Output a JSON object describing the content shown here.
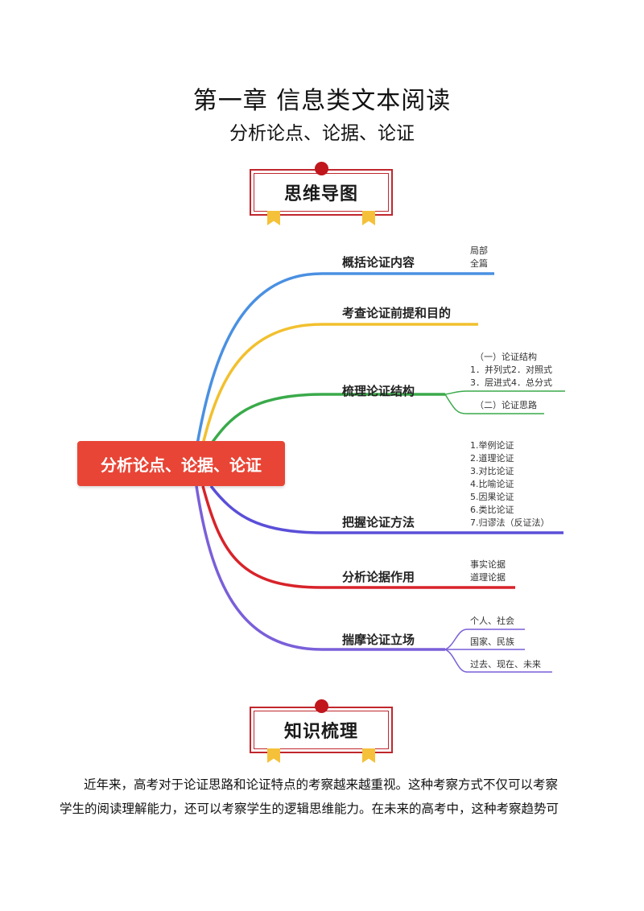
{
  "header": {
    "title": "第一章  信息类文本阅读",
    "subtitle": "分析论点、论据、论证"
  },
  "banners": {
    "mindmap": "思维导图",
    "knowledge": "知识梳理"
  },
  "colors": {
    "banner_red": "#c0272d",
    "ribbon_yellow": "#f5c13a",
    "center_red": "#e84536"
  },
  "mindmap": {
    "center": "分析论点、论据、论证",
    "branches": [
      {
        "label": "概括论证内容",
        "color": "#4a90e2",
        "leaves": [
          "局部",
          "全篇"
        ]
      },
      {
        "label": "考查论证前提和目的",
        "color": "#f2c02e",
        "leaves": []
      },
      {
        "label": "梳理论证结构",
        "color": "#3aaa4a",
        "leaves": [
          "（一）论证结构",
          "1．并列式2．对照式",
          "3．层进式4．总分式",
          "（二）论证思路"
        ]
      },
      {
        "label": "把握论证方法",
        "color": "#5a4fd8",
        "leaves": [
          "1.举例论证",
          "2.道理论证",
          "3.对比论证",
          "4.比喻论证",
          "5.因果论证",
          "6.类比论证",
          "7.归谬法（反证法）"
        ]
      },
      {
        "label": "分析论据作用",
        "color": "#d8232a",
        "leaves": [
          "事实论据",
          "道理论据"
        ]
      },
      {
        "label": "揣摩论证立场",
        "color": "#7a5fd9",
        "leaves": [
          "个人、社会",
          "国家、民族",
          "过去、现在、未来"
        ]
      }
    ]
  },
  "body": {
    "paragraph_line1": "近年来，高考对于论证思路和论证特点的考察越来越重视。这种考察方式不仅可以考察",
    "paragraph_line2": "学生的阅读理解能力，还可以考察学生的逻辑思维能力。在未来的高考中，这种考察趋势可"
  }
}
